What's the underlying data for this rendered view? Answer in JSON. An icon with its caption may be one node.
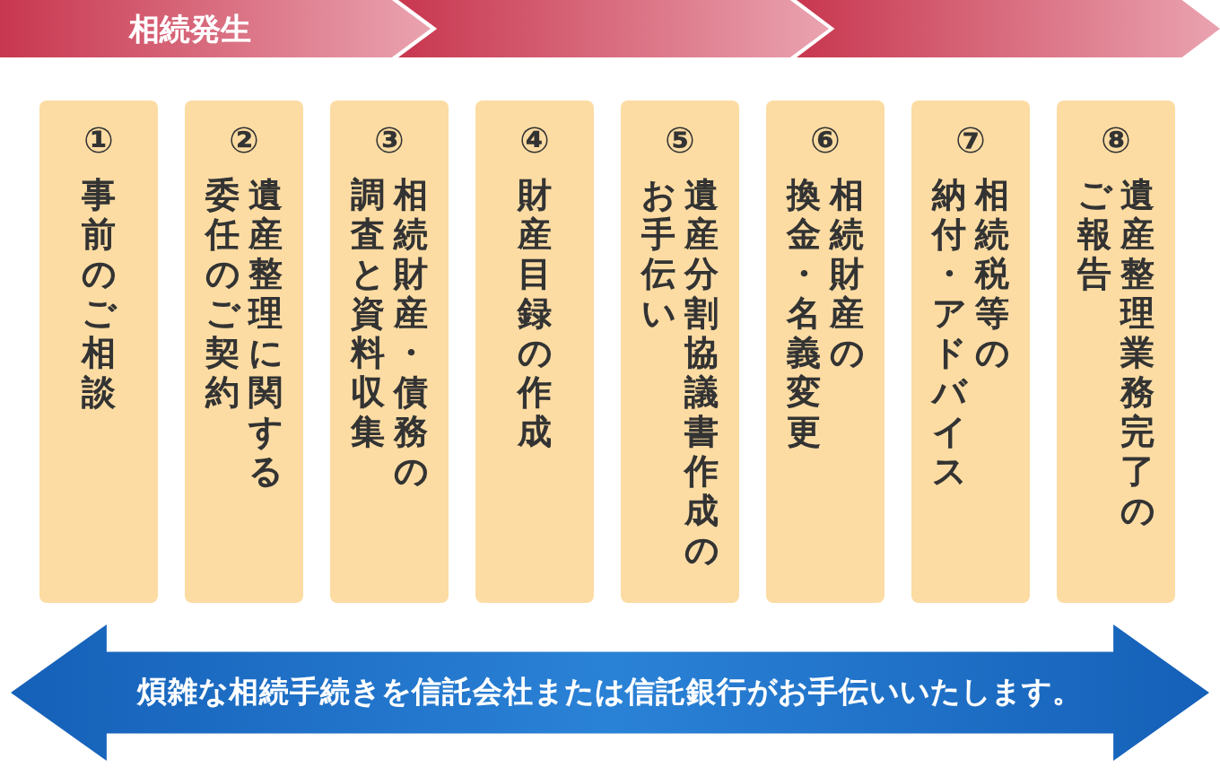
{
  "diagram": {
    "nodes": [
      {
        "text": [
          "相続発生"
        ]
      },
      {
        "text": [],
        "shape": "chevron"
      },
      {
        "text": [],
        "shape": "chevron"
      },
      {
        "text": [
          "①",
          "事前のご相談"
        ]
      },
      {
        "text": [
          "②",
          "遺産整理に関する委任のご契約"
        ]
      },
      {
        "text": [
          "③",
          "相続財産・債務の調査と資料収集"
        ]
      },
      {
        "text": [
          "④",
          "財産目録の作成"
        ]
      },
      {
        "text": [
          "⑤",
          "遺産分割協議書作成のお手伝い"
        ]
      },
      {
        "text": [
          "⑥",
          "相続財産の換金・名義変更"
        ]
      },
      {
        "text": [
          "⑦",
          "相続税等の納付・アドバイス"
        ]
      },
      {
        "text": [
          "⑧",
          "遺産整理業務完了のご報告"
        ]
      },
      {
        "text": [
          "煩雑な相続手続きを信託会社または信託銀行がお手伝いいたします。"
        ]
      }
    ]
  }
}
